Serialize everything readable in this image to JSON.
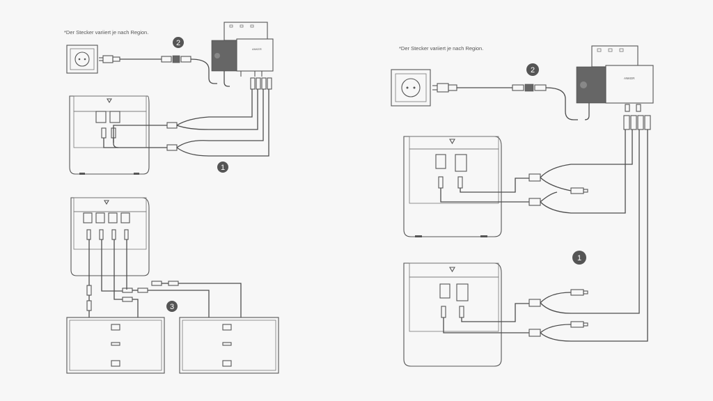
{
  "notes": {
    "left": "*Der Stecker variiert je nach Region.",
    "right": "*Der Stecker variiert je nach Region."
  },
  "badges": {
    "left_1": "1",
    "left_2": "2",
    "left_3": "3",
    "right_1": "1",
    "right_2": "2"
  },
  "brand_label": "ANKER",
  "colors": {
    "line": "#555555",
    "background": "#f7f7f7",
    "badge": "#555555"
  }
}
